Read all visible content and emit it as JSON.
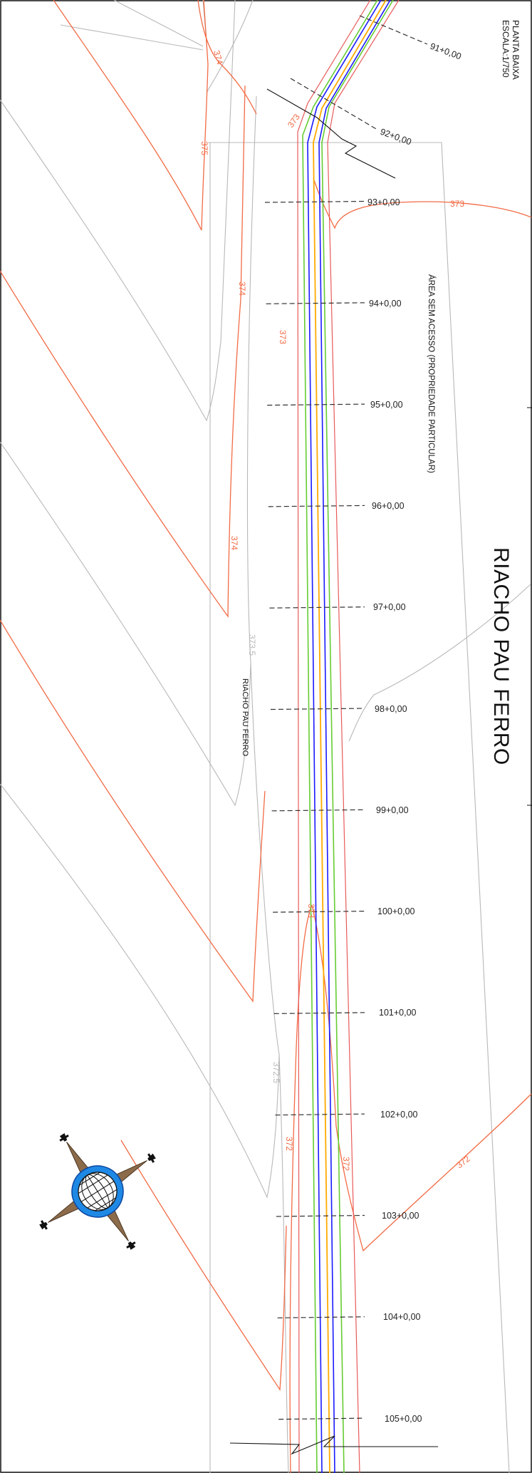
{
  "sheet": {
    "title_line1": "PLANTA BAIXA",
    "title_line2": "ESCALA:1/750",
    "river_name_large": "RIACHO PAU FERRO",
    "river_name_small": "RIACHO PAU FERRO",
    "restricted_area_note": "ÁREA SEM ACESSO (PROPRIEDADE PARTICULAR)"
  },
  "stations": [
    "91+0,00",
    "92+0,00",
    "93+0,00",
    "94+0,00",
    "95+0,00",
    "96+0,00",
    "97+0,00",
    "98+0,00",
    "99+0,00",
    "100+0,00",
    "101+0,00",
    "102+0,00",
    "103+0,00",
    "104+0,00",
    "105+0,00"
  ],
  "contour_labels": [
    "374",
    "375",
    "373",
    "374",
    "373",
    "374",
    "373.5",
    "373",
    "372.5",
    "372",
    "372",
    "372",
    "373"
  ],
  "colors": {
    "contour_major": "#f26b45",
    "contour_minor": "#b8b8b8",
    "road_edge": "#e85a5a",
    "lane_green": "#66cc33",
    "centerline_blue": "#1a1aff",
    "centerline_orange": "#ffaa00",
    "station_line": "#333333",
    "border": "#111111"
  },
  "icons": {
    "north_arrow": "compass-rose-icon"
  }
}
